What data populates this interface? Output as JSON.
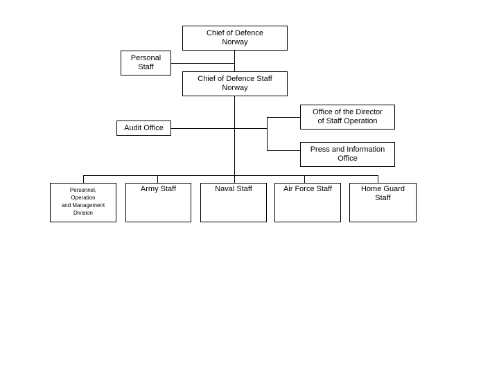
{
  "org_chart": {
    "nodes": {
      "chief_of_defence": {
        "lines": [
          "Chief of Defence",
          "Norway"
        ]
      },
      "personal_staff": {
        "lines": [
          "Personal",
          "Staff"
        ]
      },
      "chief_of_defence_staff": {
        "lines": [
          "Chief of Defence Staff",
          "Norway"
        ]
      },
      "office_of_director": {
        "lines": [
          "Office of the Director",
          "of Staff Operation"
        ]
      },
      "audit_office": {
        "lines": [
          "Audit Office"
        ]
      },
      "press_office": {
        "lines": [
          "Press and Information",
          "Office"
        ]
      },
      "personnel_division": {
        "lines": [
          "Personnel,",
          "Operation",
          "and Management",
          "Division"
        ]
      },
      "army_staff": {
        "lines": [
          "Army Staff"
        ]
      },
      "naval_staff": {
        "lines": [
          "Naval Staff"
        ]
      },
      "air_force_staff": {
        "lines": [
          "Air Force Staff"
        ]
      },
      "home_guard_staff": {
        "lines": [
          "Home Guard",
          "Staff"
        ]
      }
    },
    "edges": [
      {
        "from": "chief_of_defence",
        "to": "chief_of_defence_staff"
      },
      {
        "from": "chief_of_defence",
        "to": "personal_staff"
      },
      {
        "from": "chief_of_defence_staff",
        "to": "audit_office"
      },
      {
        "from": "chief_of_defence_staff",
        "to": "office_of_director"
      },
      {
        "from": "chief_of_defence_staff",
        "to": "press_office"
      },
      {
        "from": "chief_of_defence_staff",
        "to": "personnel_division"
      },
      {
        "from": "chief_of_defence_staff",
        "to": "army_staff"
      },
      {
        "from": "chief_of_defence_staff",
        "to": "naval_staff"
      },
      {
        "from": "chief_of_defence_staff",
        "to": "air_force_staff"
      },
      {
        "from": "chief_of_defence_staff",
        "to": "home_guard_staff"
      }
    ],
    "colors": {
      "background": "#ffffff",
      "box_fill": "#ffffff",
      "box_border": "#000000",
      "text": "#000000",
      "line": "#000000"
    }
  }
}
